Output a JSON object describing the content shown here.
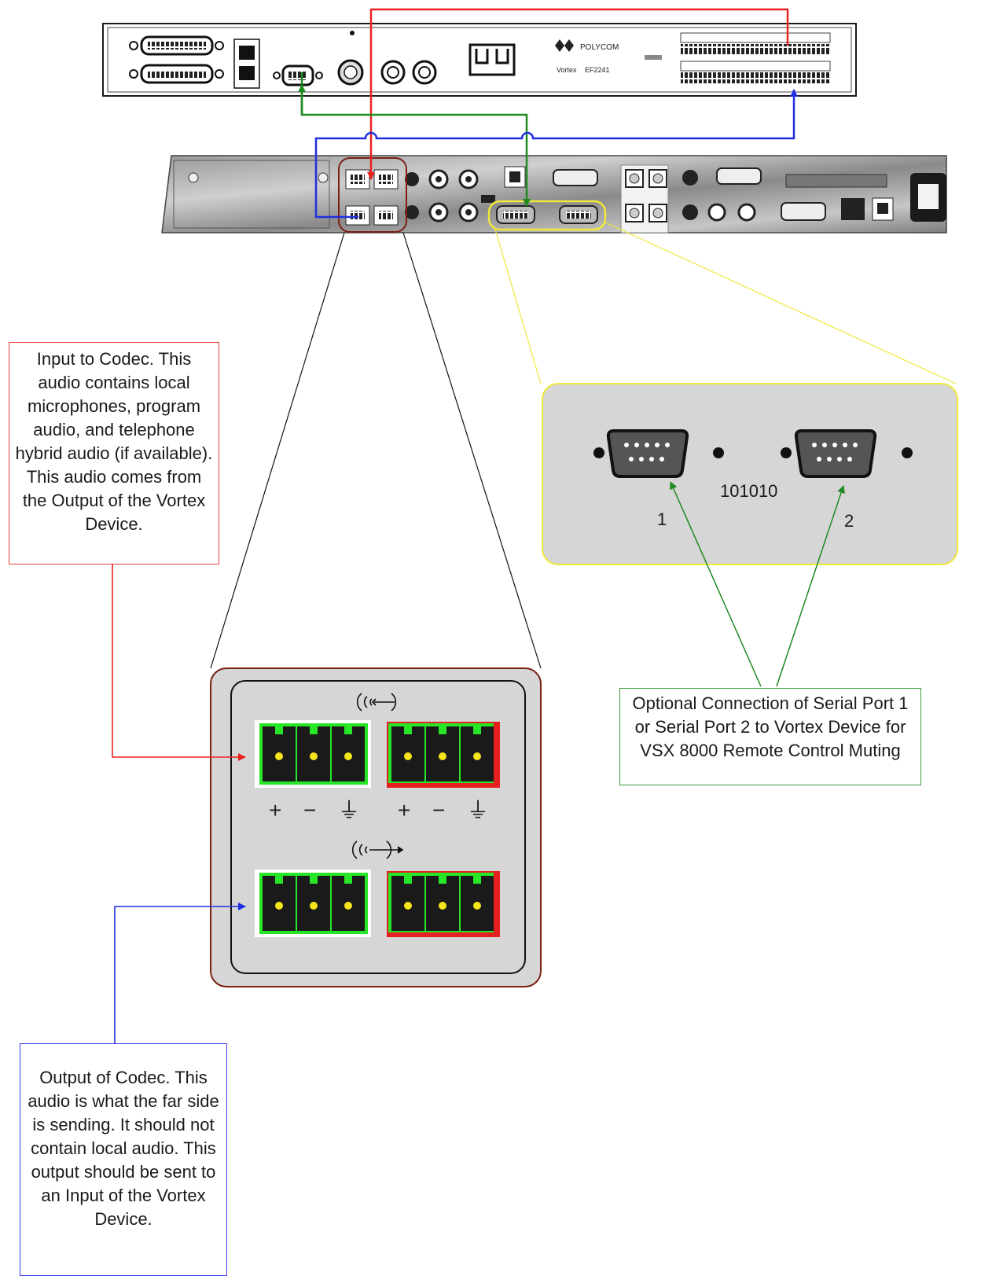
{
  "brand": {
    "name": "POLYCOM",
    "model": "EF2241",
    "series": "Vortex"
  },
  "callouts": {
    "codec_input": "Input to Codec.  This audio contains local microphones, program audio, and telephone hybrid audio (if available).  This audio comes from the Output of the Vortex Device.",
    "codec_output": "Output of Codec.  This audio is what the far side is sending.  It should not contain local audio.  This output should be sent to an Input of the Vortex Device.",
    "serial_note": "Optional Connection of Serial Port 1 or Serial Port 2 to Vortex Device for VSX 8000 Remote Control Muting"
  },
  "serial_inset": {
    "label": "101010",
    "port_1": "1",
    "port_2": "2"
  },
  "audio_inset": {
    "pin_plus": "+",
    "pin_minus": "−",
    "pin_ground": "⏚"
  },
  "colors": {
    "red_wire": "#e8221f",
    "green_wire": "#1f8a1f",
    "blue_wire": "#1f2fe0",
    "yellow_highlight": "#f0e83a",
    "maroon_highlight": "#7a1f14",
    "connector_green": "#27e627",
    "connector_red": "#e61f1f"
  }
}
